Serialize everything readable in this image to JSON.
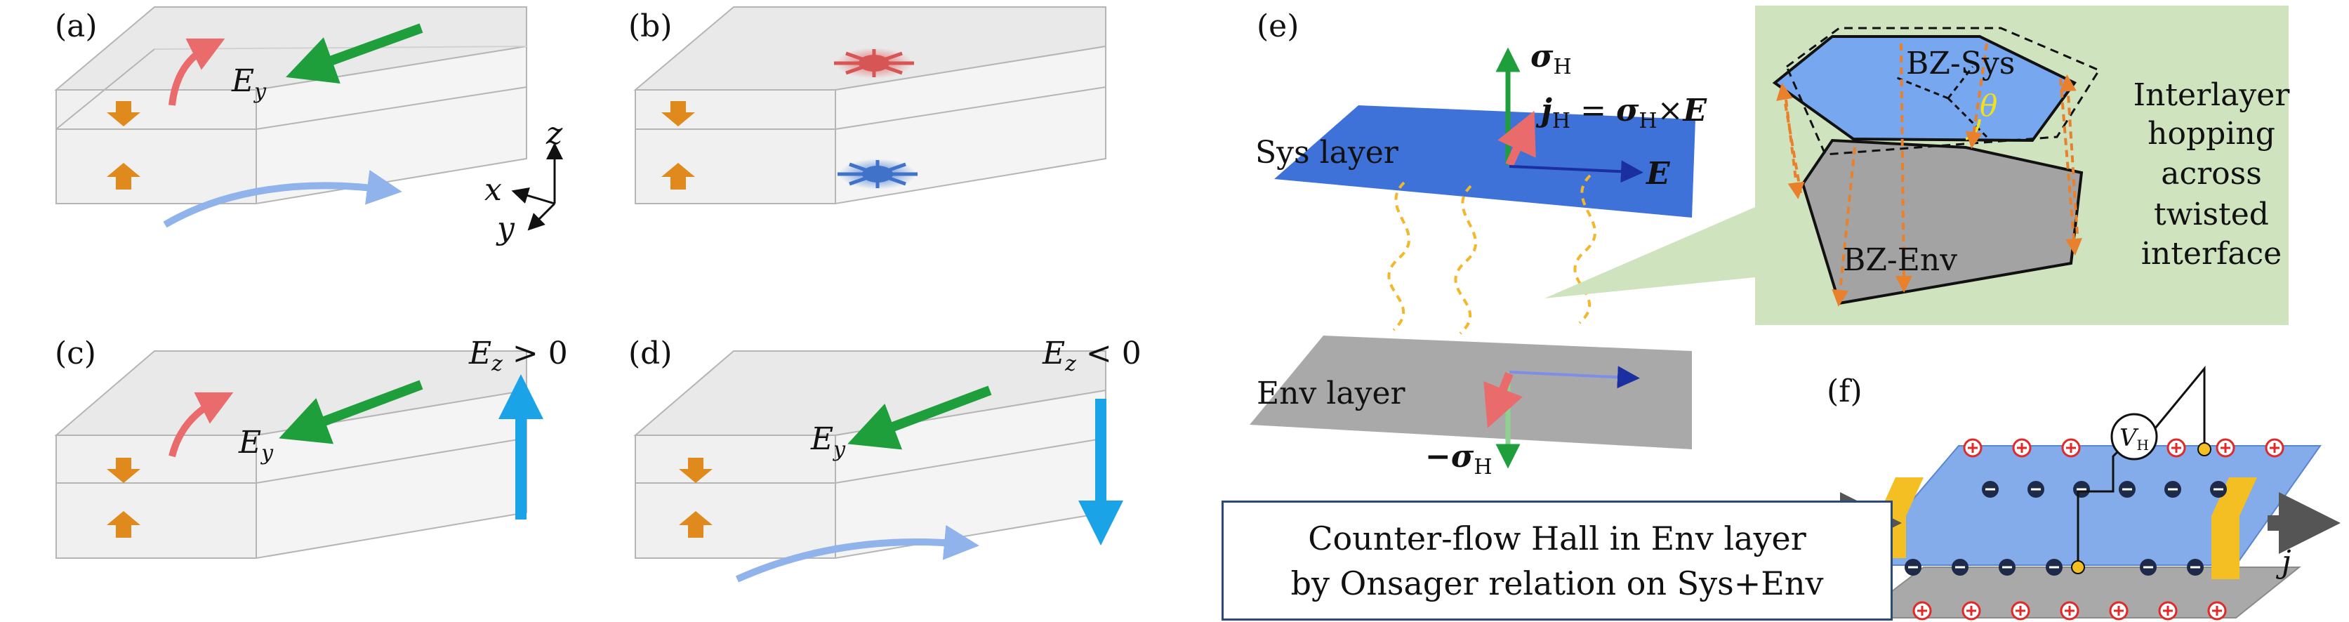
{
  "panels": {
    "a": {
      "label": "(a)",
      "field_label": "E",
      "field_sub": "y",
      "axis_x": "x",
      "axis_y": "y",
      "axis_z": "z"
    },
    "b": {
      "label": "(b)"
    },
    "c": {
      "label": "(c)",
      "field_label": "E",
      "field_sub": "y",
      "ez_prefix": "E",
      "ez_sub": "z",
      "ez_condition": " > 0"
    },
    "d": {
      "label": "(d)",
      "field_label": "E",
      "field_sub": "y",
      "ez_prefix": "E",
      "ez_sub": "z",
      "ez_condition": " < 0"
    },
    "e": {
      "label": "(e)",
      "sigma_h": "σ",
      "sigma_h_sub": "H",
      "minus_sigma_h": "−σ",
      "minus_sigma_h_sub": "H",
      "j_h_formula_j": "j",
      "j_h_formula_j_sub": "H",
      "j_h_formula_eq": " = ",
      "j_h_formula_sigma": "σ",
      "j_h_formula_sigma_sub": "H",
      "j_h_formula_times": "×",
      "j_h_formula_E": "E",
      "e_label": "E",
      "sys_layer": "Sys layer",
      "env_layer": "Env layer",
      "bz_sys": "BZ-Sys",
      "bz_env": "BZ-Env",
      "theta": "θ",
      "hopping_lines": [
        "Interlayer",
        "hopping",
        "across",
        "twisted",
        "interface"
      ],
      "note_lines": [
        "Counter-flow Hall in Env layer",
        "by Onsager relation on Sys+Env"
      ]
    },
    "f": {
      "label": "(f)",
      "voltmeter_main": "V",
      "voltmeter_sub": "H",
      "current": "j"
    }
  },
  "colors": {
    "green_arrow": "#1f9e3c",
    "red_arrow": "#e96b6b",
    "blue_arrow": "#8fb3ea",
    "orange_arrow": "#e08a1e",
    "cyan_arrow": "#1aa3e6",
    "sys_plane": "#3f72d8",
    "env_plane": "#a9a9a9",
    "inset_bg": "#cfe3bf",
    "bz_sys": "#77a7ee",
    "bz_env": "#a3a3a3",
    "hop_dash": "#e8802c",
    "wave_yellow": "#f2b72a",
    "theta_yellow": "#f4e01a",
    "note_border": "#2c4a78",
    "plus_red": "#e02a2a",
    "minus_dark": "#1e2a4a",
    "contact_yellow": "#f4bf22",
    "arrow_gray": "#555555"
  },
  "icons": {
    "voltmeter": "voltmeter-icon",
    "plus_charge": "plus-charge-icon",
    "minus_charge": "minus-charge-icon"
  }
}
